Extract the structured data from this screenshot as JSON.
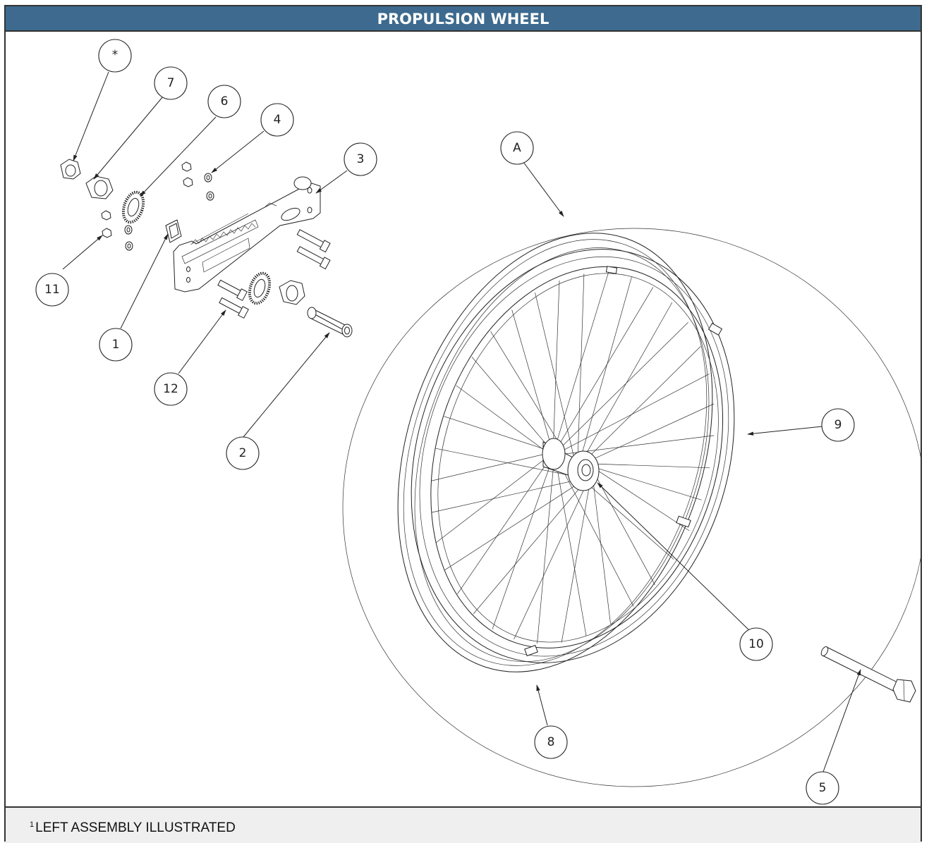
{
  "title": "PROPULSION WHEEL",
  "footnote": {
    "marker": "1",
    "text": "LEFT ASSEMBLY ILLUSTRATED"
  },
  "callouts": {
    "star": "*",
    "c7": "7",
    "c6": "6",
    "c4": "4",
    "c3": "3",
    "cA": "A",
    "c11": "11",
    "c1": "1",
    "c12": "12",
    "c2": "2",
    "c9": "9",
    "c10": "10",
    "c8": "8",
    "c5": "5"
  }
}
